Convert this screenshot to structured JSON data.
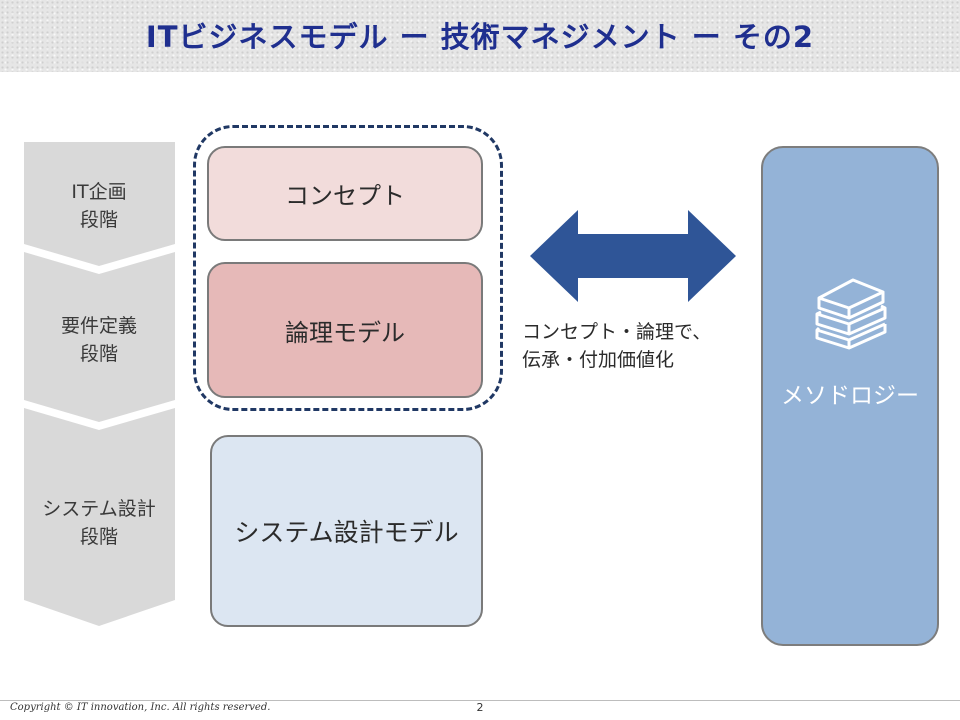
{
  "header": {
    "title": "ITビジネスモデル ー 技術マネジメント ー その2"
  },
  "phases": [
    {
      "label_line1": "IT企画",
      "label_line2": "段階"
    },
    {
      "label_line1": "要件定義",
      "label_line2": "段階"
    },
    {
      "label_line1": "システム設計",
      "label_line2": "段階"
    }
  ],
  "models": {
    "concept": "コンセプト",
    "logical": "論理モデル",
    "system_design": "システム設計モデル"
  },
  "arrow": {
    "caption_line1": "コンセプト・論理で、",
    "caption_line2": "伝承・付加価値化"
  },
  "methodology": {
    "label": "メソドロジー",
    "icon": "books-icon"
  },
  "colors": {
    "title": "#1f2f8f",
    "phase_fill": "#d9d9d9",
    "concept_fill": "#f2dcdb",
    "logical_fill": "#e6b9b8",
    "system_fill": "#dce6f2",
    "arrow_fill": "#2f5597",
    "methodology_fill": "#94b3d7",
    "dashed_border": "#203864"
  },
  "footer": {
    "copyright": "Copyright © IT innovation, Inc. All rights reserved.",
    "page": "2"
  }
}
